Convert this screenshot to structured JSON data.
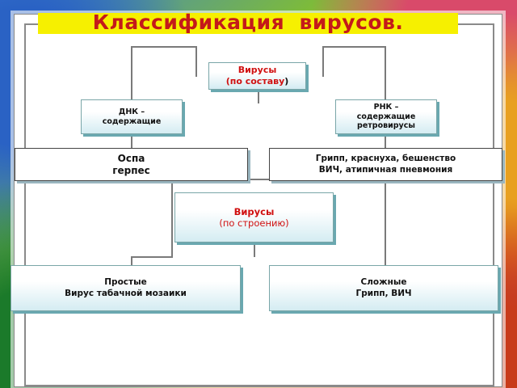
{
  "title": "Классификация  вирусов.",
  "composition": {
    "root_line1": "Вирусы",
    "root_line2_a": "(по составу",
    "root_line2_b": ")",
    "dna": {
      "line1": "ДНК –",
      "line2": "содержащие"
    },
    "rna": {
      "line1": "РНК –",
      "line2": "содержащие",
      "line3": "ретровирусы"
    },
    "dna_examples": {
      "line1": "Оспа",
      "line2": "герпес"
    },
    "rna_examples": {
      "line1": "Грипп, краснуха, бешенство",
      "line2": "ВИЧ, атипичная пневмония"
    }
  },
  "structure": {
    "root_line1": "Вирусы",
    "root_line2": "(по строению)",
    "simple": {
      "line1": "Простые",
      "line2": "Вирус табачной мозаики"
    },
    "complex": {
      "line1": "Сложные",
      "line2": "Грипп, ВИЧ"
    }
  },
  "colors": {
    "title": "#c41a1a",
    "title_band": "#f6f000",
    "accent_border": "#6aa8b0"
  }
}
